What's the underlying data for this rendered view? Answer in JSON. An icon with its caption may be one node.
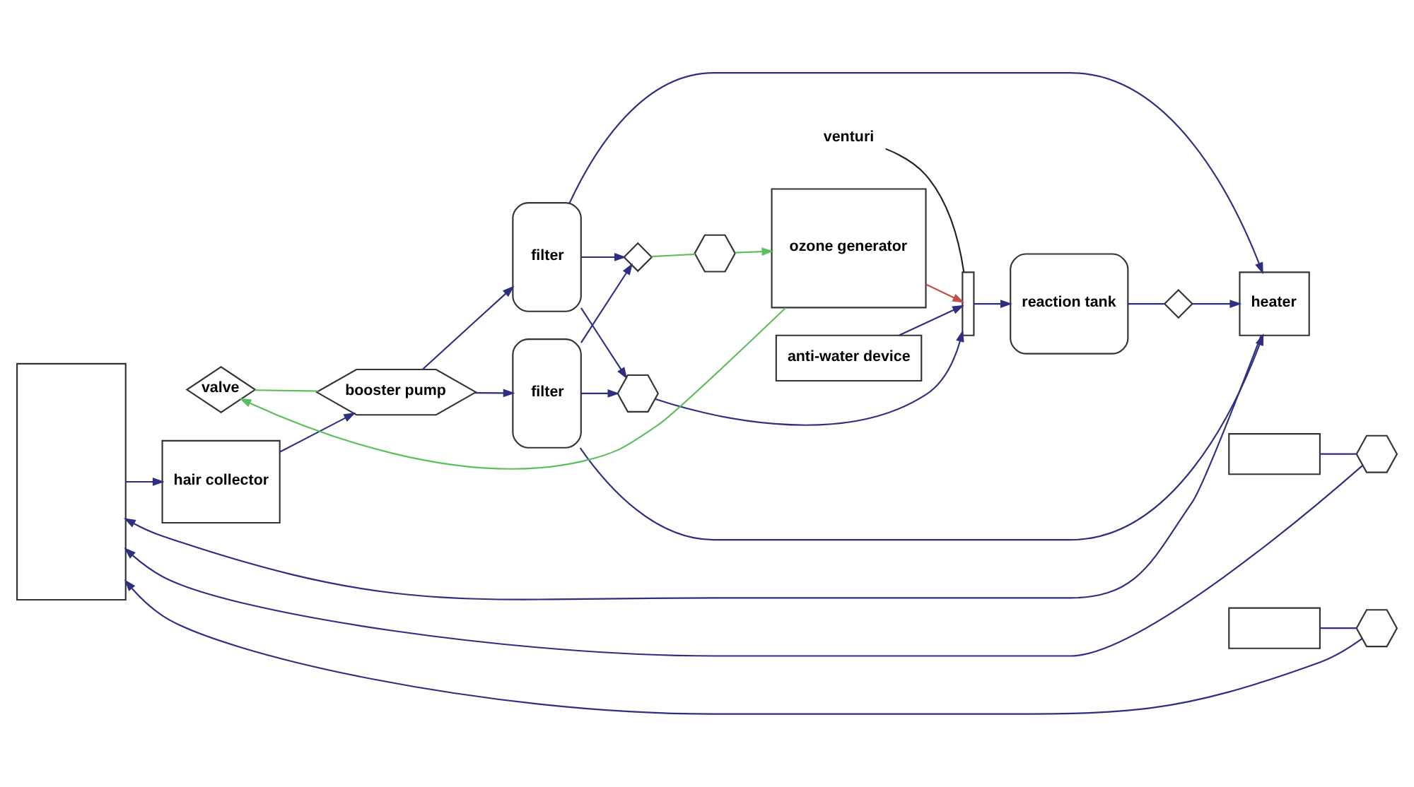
{
  "diagram": {
    "nodes": [
      {
        "text": [],
        "shape": "box"
      },
      {
        "text": [
          "hair collector"
        ]
      },
      {
        "text": [
          "valve"
        ]
      },
      {
        "text": [
          "booster pump"
        ]
      },
      {
        "text": [
          "filter"
        ]
      },
      {
        "text": [
          "filter"
        ]
      },
      {
        "text": [
          "venturi"
        ]
      },
      {
        "text": [],
        "shape": "bar"
      },
      {
        "text": [],
        "shape": "hexagon"
      },
      {
        "text": [
          "anti-water device"
        ]
      },
      {
        "text": [
          "ozone generator"
        ]
      },
      {
        "text": [
          "reaction tank"
        ]
      },
      {
        "text": [],
        "shape": "valve"
      },
      {
        "text": [],
        "shape": "valve"
      },
      {
        "text": [],
        "shape": "hexagon"
      },
      {
        "text": [],
        "shape": "box"
      },
      {
        "text": [],
        "shape": "hexagon"
      },
      {
        "text": [],
        "shape": "box"
      },
      {
        "text": [],
        "shape": "hexagon"
      },
      {
        "text": [
          "heater"
        ]
      }
    ],
    "edges": [
      {
        "from": 0,
        "to": 1,
        "arrow": "to"
      },
      {
        "from": 1,
        "to": 3,
        "arrow": "to"
      },
      {
        "from": 10,
        "to": 2,
        "arrow": "to",
        "color": "#5cbf5c"
      },
      {
        "from": 2,
        "to": 3,
        "arrow": "none",
        "color": "#5cbf5c"
      },
      {
        "from": 3,
        "to": 4,
        "arrow": "to"
      },
      {
        "from": 3,
        "to": 5,
        "arrow": "to"
      },
      {
        "from": 4,
        "to": 8,
        "arrow": "to"
      },
      {
        "from": 5,
        "to": 8,
        "arrow": "to"
      },
      {
        "from": 4,
        "to": 13,
        "arrow": "to"
      },
      {
        "from": 5,
        "to": 13,
        "arrow": "to"
      },
      {
        "from": 13,
        "to": 14,
        "arrow": "none",
        "color": "#5cbf5c"
      },
      {
        "from": 14,
        "to": 10,
        "arrow": "to",
        "color": "#5cbf5c"
      },
      {
        "from": 8,
        "to": 7,
        "arrow": "to"
      },
      {
        "from": 6,
        "to": 7,
        "arrow": "none",
        "color": "#222222"
      },
      {
        "from": 10,
        "to": 7,
        "arrow": "to",
        "color": "#c0504d"
      },
      {
        "from": 9,
        "to": 7,
        "arrow": "to"
      },
      {
        "from": 7,
        "to": 11,
        "arrow": "to"
      },
      {
        "from": 11,
        "to": 12,
        "arrow": "none"
      },
      {
        "from": 12,
        "to": 19,
        "arrow": "to"
      },
      {
        "from": 4,
        "to": 19,
        "arrow": "to"
      },
      {
        "from": 5,
        "to": 19,
        "arrow": "to"
      },
      {
        "from": 19,
        "to": 0,
        "arrow": "to"
      },
      {
        "from": 15,
        "to": 16,
        "arrow": "none"
      },
      {
        "from": 16,
        "to": 0,
        "arrow": "to"
      },
      {
        "from": 17,
        "to": 18,
        "arrow": "none"
      },
      {
        "from": 18,
        "to": 0,
        "arrow": "to"
      }
    ]
  }
}
